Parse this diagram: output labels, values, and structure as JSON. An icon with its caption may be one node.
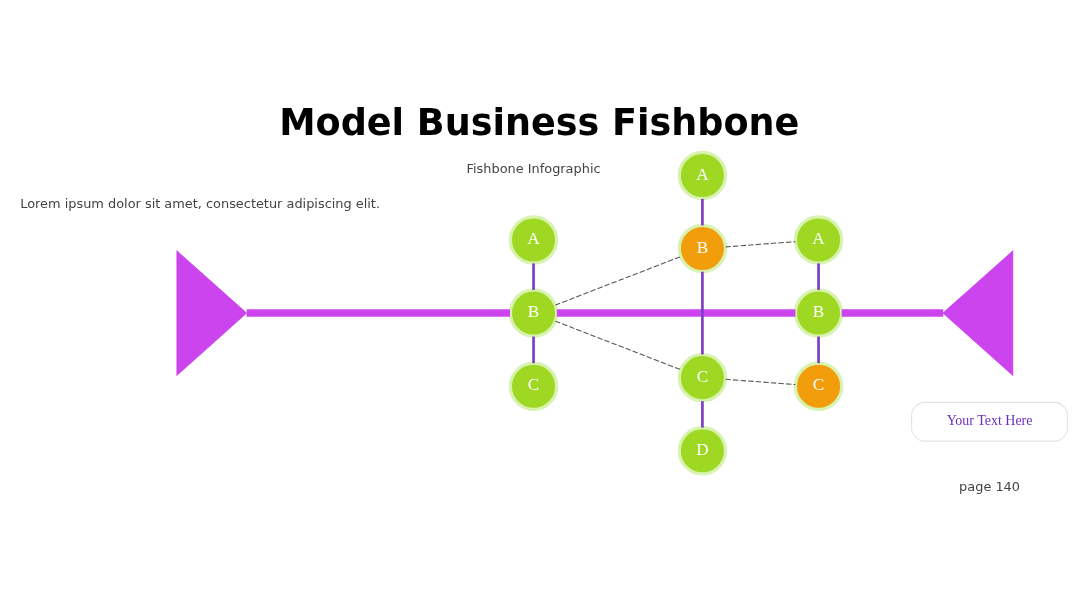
{
  "diagram": {
    "title": "Model Business Fishbone",
    "nodes": [
      {
        "text": [],
        "shape": "triangle"
      },
      {
        "text": [
          "A"
        ]
      },
      {
        "text": [
          "B"
        ]
      },
      {
        "text": [
          "C"
        ]
      },
      {
        "text": [
          "A"
        ]
      },
      {
        "text": [
          "B"
        ]
      },
      {
        "text": [
          "C"
        ]
      },
      {
        "text": [
          "D"
        ]
      },
      {
        "text": [
          "A"
        ]
      },
      {
        "text": [
          "B"
        ]
      },
      {
        "text": [
          "C"
        ]
      },
      {
        "text": [],
        "shape": "triangle"
      },
      {
        "text": [
          "Your Text Here"
        ]
      }
    ],
    "edges": [
      {
        "from": 0,
        "to": 2,
        "arrow": "none",
        "style": "thick",
        "color": "#cc44ee"
      },
      {
        "from": 2,
        "to": 9,
        "arrow": "none",
        "style": "thick",
        "color": "#cc44ee"
      },
      {
        "from": 9,
        "to": 11,
        "arrow": "none",
        "style": "thick",
        "color": "#cc44ee"
      },
      {
        "from": 1,
        "to": 2,
        "arrow": "none"
      },
      {
        "from": 2,
        "to": 3,
        "arrow": "none"
      },
      {
        "from": 4,
        "to": 5,
        "arrow": "none"
      },
      {
        "from": 5,
        "to": 6,
        "arrow": "none"
      },
      {
        "from": 6,
        "to": 7,
        "arrow": "none"
      },
      {
        "from": 8,
        "to": 9,
        "arrow": "none"
      },
      {
        "from": 9,
        "to": 10,
        "arrow": "none"
      },
      {
        "from": 2,
        "to": 5,
        "arrow": "none",
        "style": "dashed",
        "color": "#555555"
      },
      {
        "from": 5,
        "to": 8,
        "arrow": "none",
        "style": "dashed",
        "color": "#555555"
      },
      {
        "from": 2,
        "to": 6,
        "arrow": "none",
        "style": "dashed",
        "color": "#555555"
      },
      {
        "from": 6,
        "to": 10,
        "arrow": "none",
        "style": "dashed",
        "color": "#555555"
      }
    ],
    "labels": [
      "Lorem ipsum dolor sit amet, consectetur adipiscing elit.",
      "Fishbone Infographic",
      "page 140"
    ]
  }
}
